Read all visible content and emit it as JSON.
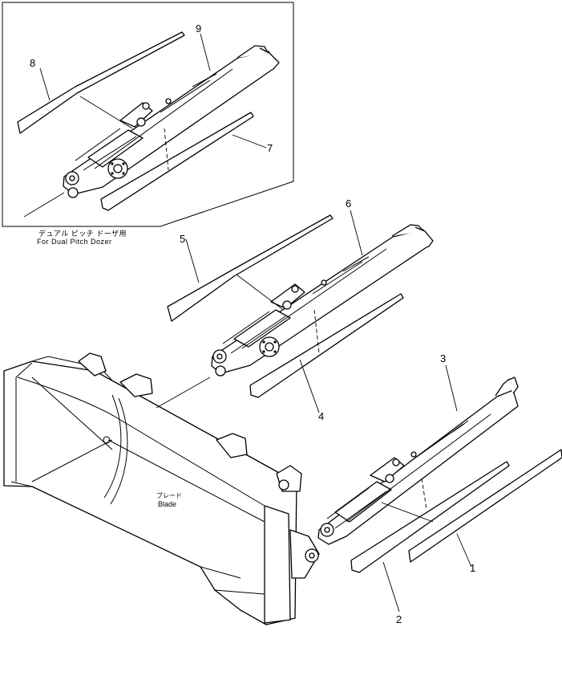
{
  "inset": {
    "caption_jp": "デュアル ピッチ ドーザ用",
    "caption_en": "For Dual Pitch Dozer"
  },
  "blade": {
    "label_jp": "ブレード",
    "label_en": "Blade"
  },
  "callouts": [
    {
      "id": "1",
      "text": "1"
    },
    {
      "id": "2",
      "text": "2"
    },
    {
      "id": "3",
      "text": "3"
    },
    {
      "id": "4",
      "text": "4"
    },
    {
      "id": "5",
      "text": "5"
    },
    {
      "id": "6",
      "text": "6"
    },
    {
      "id": "7",
      "text": "7"
    },
    {
      "id": "8",
      "text": "8"
    },
    {
      "id": "9",
      "text": "9"
    }
  ]
}
